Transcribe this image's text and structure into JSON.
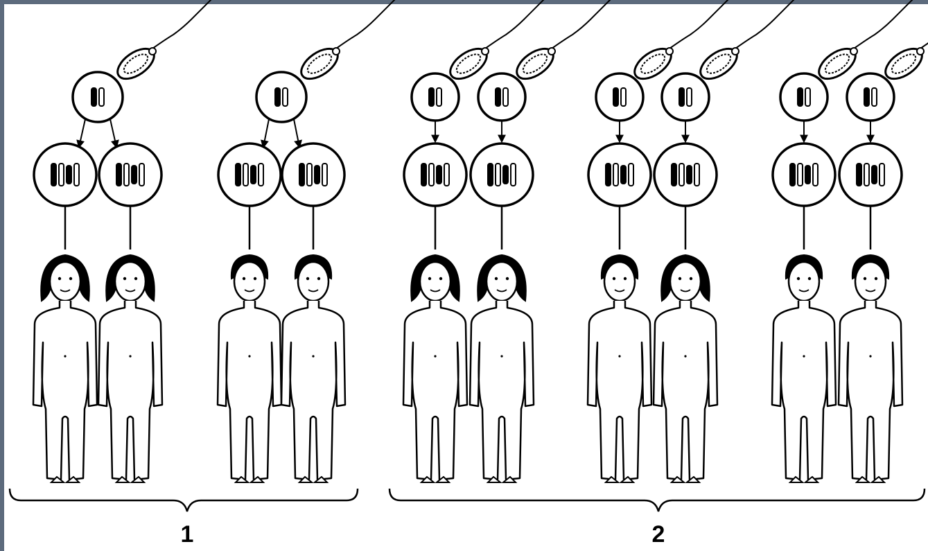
{
  "groups": [
    {
      "label": "1",
      "sets": [
        {
          "type": "identical",
          "sex": "female",
          "x": [
            94,
            188
          ]
        },
        {
          "type": "identical",
          "sex": "male",
          "x": [
            360,
            452
          ]
        }
      ]
    },
    {
      "label": "2",
      "sets": [
        {
          "type": "fraternal",
          "sexes": [
            "female",
            "female"
          ],
          "x": [
            628,
            724
          ]
        },
        {
          "type": "fraternal",
          "sexes": [
            "male",
            "female"
          ],
          "x": [
            894,
            989
          ]
        },
        {
          "type": "fraternal",
          "sexes": [
            "male",
            "male"
          ],
          "x": [
            1160,
            1256
          ]
        }
      ]
    }
  ],
  "colors": {
    "ink": "#000000",
    "paper": "#ffffff",
    "frame": "#5d6b7d"
  }
}
